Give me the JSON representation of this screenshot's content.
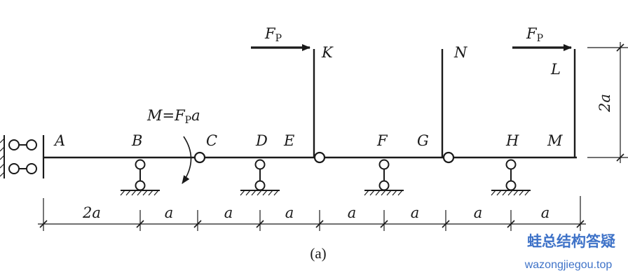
{
  "points": {
    "A": "A",
    "B": "B",
    "C": "C",
    "D": "D",
    "E": "E",
    "F": "F",
    "G": "G",
    "H": "H",
    "M": "M",
    "K": "K",
    "N": "N",
    "L": "L"
  },
  "loads": {
    "force_symbol": "F",
    "force_subscript": "P",
    "moment_prefix": "M=F",
    "moment_subscript": "P",
    "moment_suffix": "a"
  },
  "dimensions": {
    "segments": [
      "2a",
      "a",
      "a",
      "a",
      "a",
      "a",
      "a",
      "a"
    ],
    "height": "2a"
  },
  "caption": "(a)",
  "watermark": {
    "title": "蛙总结构答疑",
    "url": "wazongjiegou.top",
    "color": "#3f73c8"
  }
}
